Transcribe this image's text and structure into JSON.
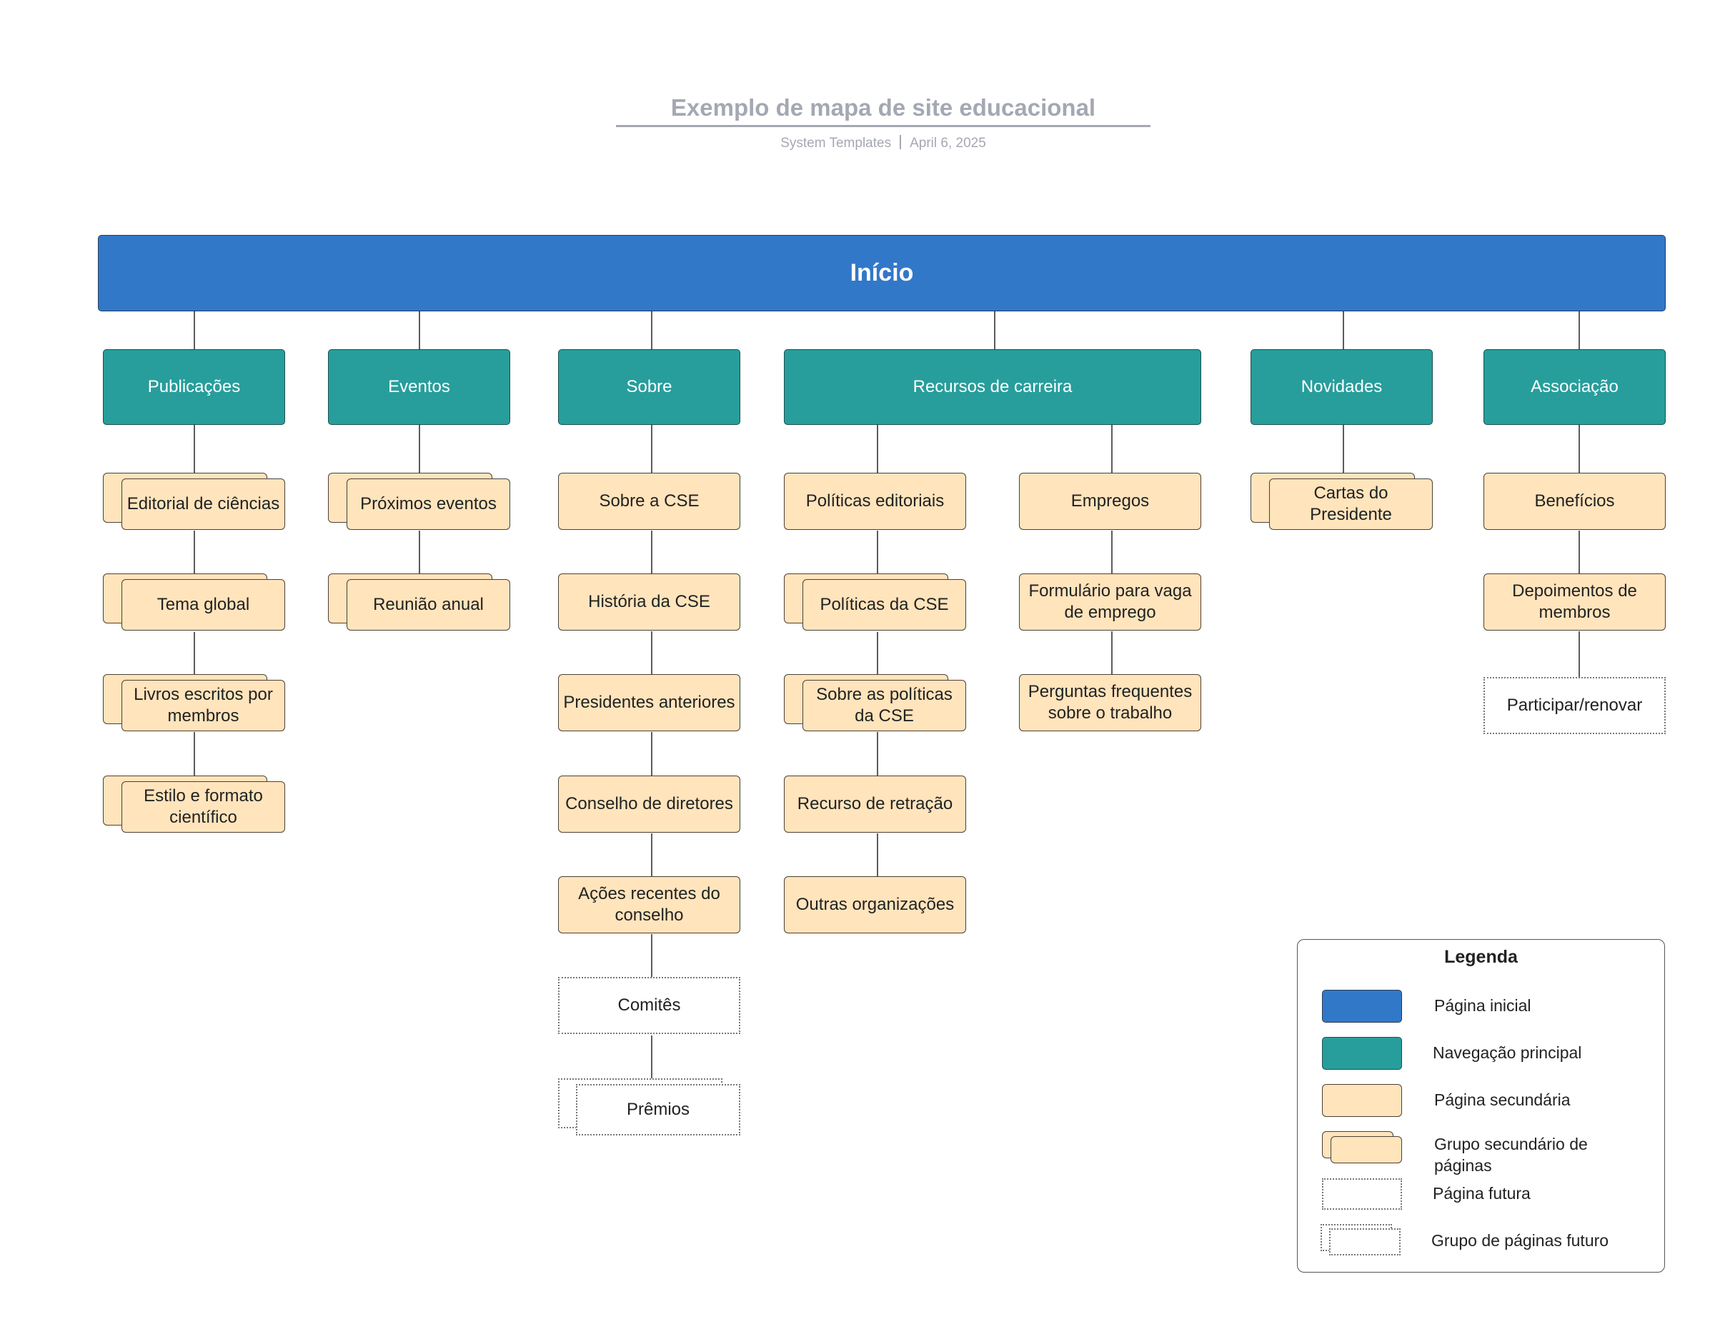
{
  "header": {
    "title": "Exemplo de mapa de site educacional",
    "author": "System Templates",
    "date": "April 6, 2025"
  },
  "colors": {
    "home": "#3278c9",
    "main_nav": "#279e9c",
    "secondary": "#ffe4bc",
    "title_gray": "#a4a8b3"
  },
  "home": {
    "label": "Início"
  },
  "nav": {
    "publicacoes": "Publicações",
    "eventos": "Eventos",
    "sobre": "Sobre",
    "recursos": "Recursos de carreira",
    "novidades": "Novidades",
    "associacao": "Associação"
  },
  "pages": {
    "editorial": "Editorial de ciências",
    "tema_global": "Tema global",
    "livros": "Livros escritos por membros",
    "estilo": "Estilo e formato científico",
    "proximos": "Próximos eventos",
    "reuniao": "Reunião anual",
    "sobre_cse": "Sobre a CSE",
    "historia": "História da CSE",
    "presidentes": "Presidentes anteriores",
    "conselho": "Conselho de diretores",
    "acoes": "Ações recentes do conselho",
    "comites": "Comitês",
    "premios": "Prêmios",
    "politicas_editoriais": "Políticas editoriais",
    "politicas_cse": "Políticas da CSE",
    "sobre_politicas": "Sobre as políticas da CSE",
    "retracao": "Recurso de retração",
    "outras": "Outras organizações",
    "empregos": "Empregos",
    "formulario": "Formulário para vaga de emprego",
    "perguntas": "Perguntas frequentes sobre o trabalho",
    "cartas": "Cartas do Presidente",
    "beneficios": "Benefícios",
    "depoimentos": "Depoimentos de membros",
    "participar": "Participar/renovar"
  },
  "legend": {
    "title": "Legenda",
    "home": "Página inicial",
    "main_nav": "Navegação principal",
    "secondary": "Página secundária",
    "secondary_group": "Grupo secundário de páginas",
    "future": "Página futura",
    "future_group": "Grupo de páginas futuro"
  }
}
